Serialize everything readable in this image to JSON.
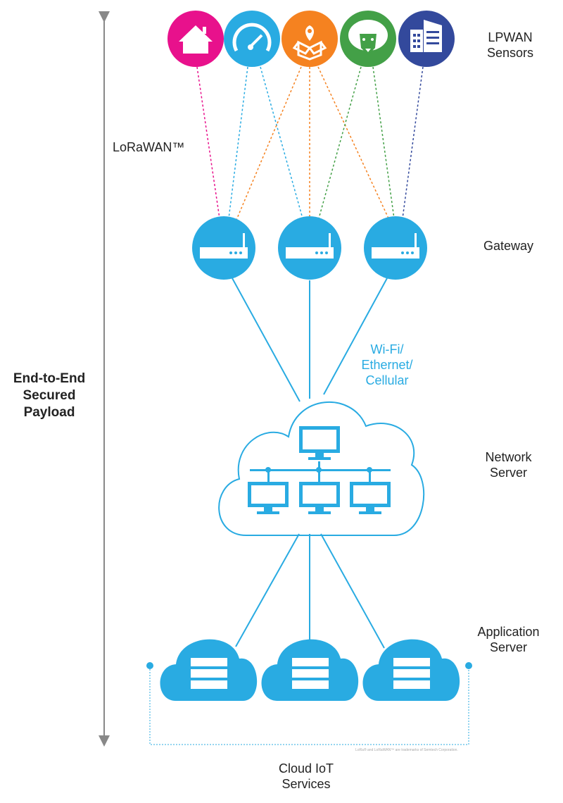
{
  "labels": {
    "sensors": "LPWAN Sensors",
    "protocol": "LoRaWAN™",
    "gateway": "Gateway",
    "backhaul": "Wi-Fi/ Ethernet/ Cellular",
    "network_server": "Network Server",
    "application_server": "Application Server",
    "cloud_services": "Cloud IoT Services",
    "security": "End-to-End Secured Payload",
    "trademark": "LoRa® and LoRaWAN™ are trademarks of Semtech Corporation."
  },
  "sensors": [
    {
      "icon": "home-icon",
      "color": "#e8118c"
    },
    {
      "icon": "meter-gauge-icon",
      "color": "#29abe2"
    },
    {
      "icon": "package-location-icon",
      "color": "#f58220"
    },
    {
      "icon": "sheep-icon",
      "color": "#43a047"
    },
    {
      "icon": "building-icon",
      "color": "#33499c"
    }
  ],
  "colors": {
    "primary": "#29abe2",
    "arrow": "#888888"
  }
}
